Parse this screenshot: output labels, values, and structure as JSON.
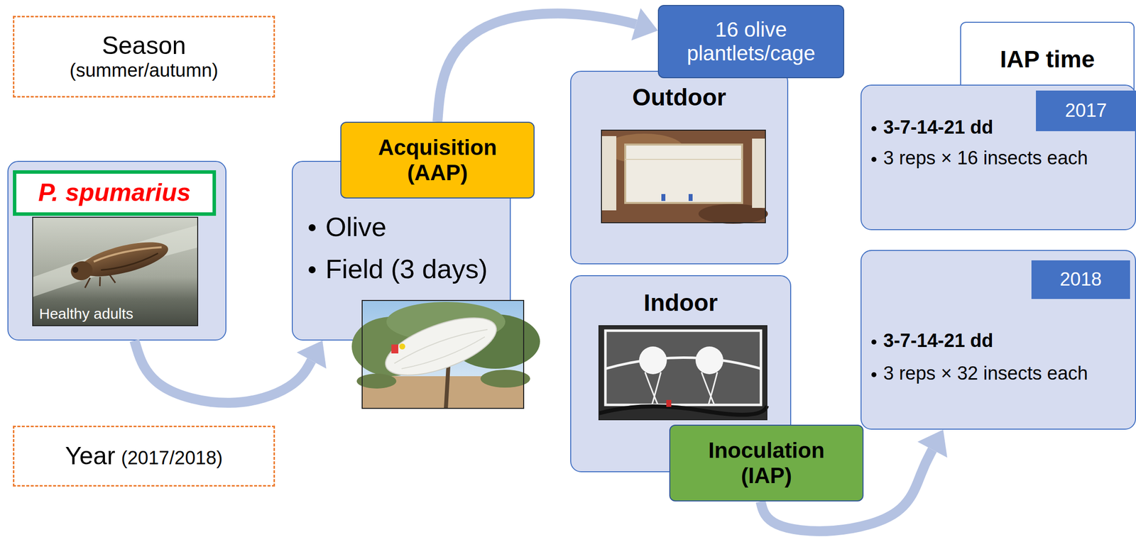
{
  "diagram": {
    "nodes": [
      {
        "text": [
          "Season",
          "(summer/autumn)"
        ]
      },
      {
        "text": [
          "Healthy adults"
        ]
      },
      {
        "text": [
          "P. spumarius"
        ],
        "in": 1
      },
      {
        "text": [
          "Year",
          "(2017/2018)"
        ]
      },
      {
        "text": [
          "Acquisition (AAP)"
        ]
      },
      {
        "text": [
          "Olive",
          "Field (3 days)"
        ]
      },
      {
        "text": [
          "16 olive plantlets/cage"
        ]
      },
      {
        "text": [
          "Outdoor"
        ]
      },
      {
        "text": [
          "Indoor"
        ]
      },
      {
        "text": [
          "Inoculation (IAP)"
        ]
      },
      {
        "text": [
          "IAP time"
        ]
      },
      {
        "text": [
          "3-7-14-21 dd",
          "3 reps × 16 insects each"
        ]
      },
      {
        "text": [
          "2017"
        ],
        "in": 11
      },
      {
        "text": [
          "3-7-14-21 dd",
          "3 reps × 32 insects each"
        ]
      },
      {
        "text": [
          "2018"
        ],
        "in": 13
      }
    ],
    "edges": [
      {
        "from": 1,
        "to": 5,
        "arrow": "to"
      },
      {
        "from": 4,
        "to": 6,
        "arrow": "to"
      },
      {
        "from": 9,
        "to": 13,
        "arrow": "to"
      }
    ]
  }
}
